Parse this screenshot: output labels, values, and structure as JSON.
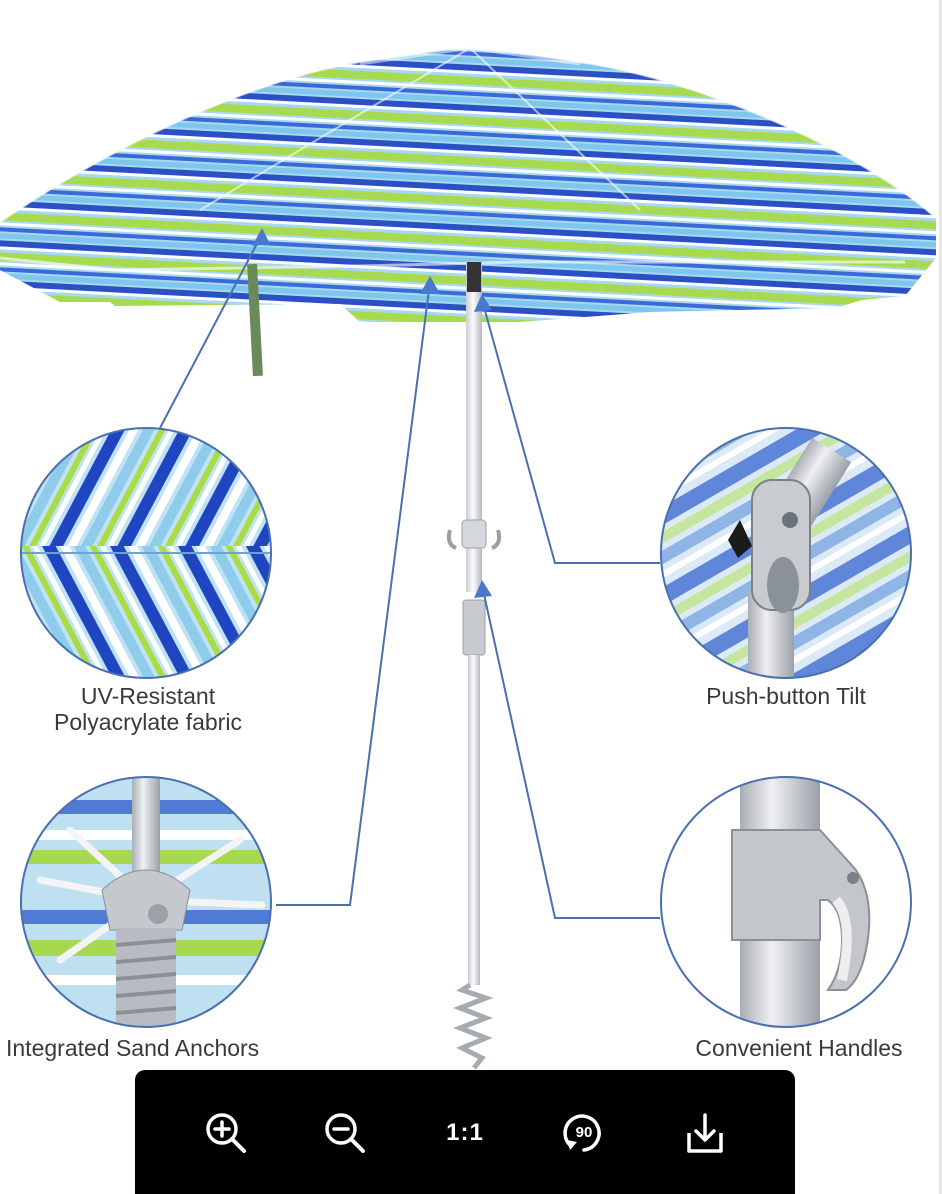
{
  "features": {
    "uv_fabric": {
      "line1": "UV-Resistant",
      "line2": "Polyacrylate fabric"
    },
    "tilt": {
      "label": "Push-button Tilt"
    },
    "anchors": {
      "label": "Integrated Sand Anchors"
    },
    "handles": {
      "label": "Convenient Handles"
    }
  },
  "toolbar": {
    "zoom_in": {
      "icon": "zoom-in-icon"
    },
    "zoom_out": {
      "icon": "zoom-out-icon"
    },
    "actual_size": {
      "icon": "actual-size-icon",
      "text": "1:1"
    },
    "rotate": {
      "icon": "rotate-90-icon",
      "text": "90"
    },
    "download": {
      "icon": "download-icon"
    }
  },
  "colors": {
    "callout_line": "#4a70b0",
    "stripe_blue": "#2f56c8",
    "stripe_light": "#9fd0ea",
    "stripe_green": "#a6d94a",
    "toolbar_bg": "#000000"
  }
}
